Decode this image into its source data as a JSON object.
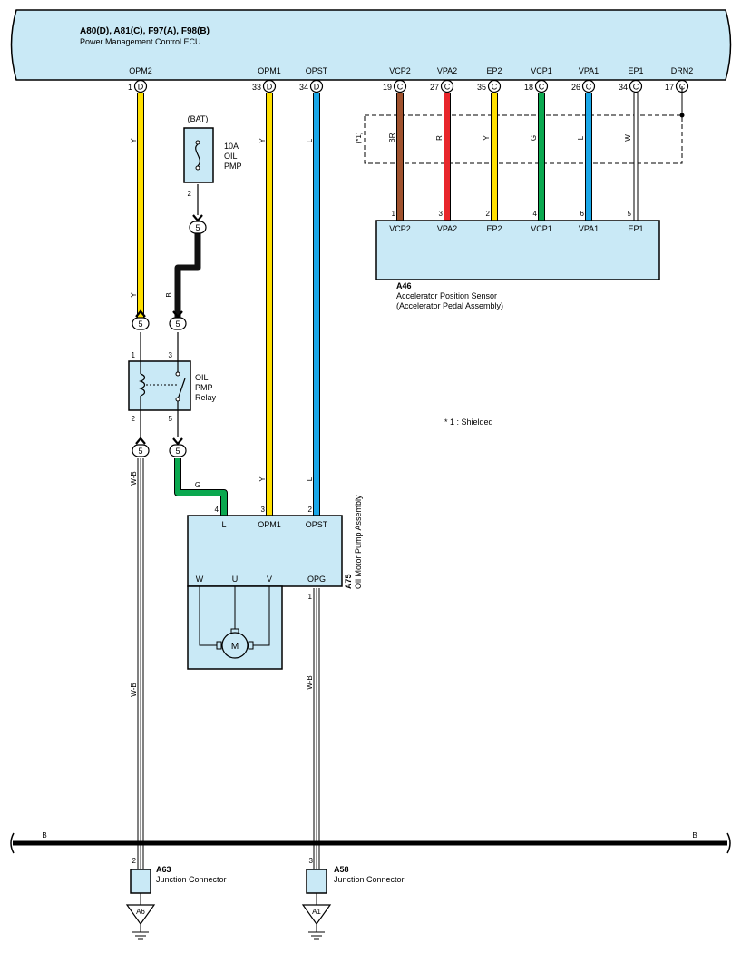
{
  "colors": {
    "panel_fill": "#c9e9f6",
    "Y": "#ffe000",
    "L": "#1aa7e8",
    "G": "#0aa84f",
    "R": "#e8262b",
    "BR": "#a0522d",
    "B": "#111111",
    "W": "#ffffff"
  },
  "ecu": {
    "code": "A80(D), A81(C), F97(A), F98(B)",
    "name": "Power Management Control ECU",
    "pins": [
      {
        "label": "OPM2",
        "num": "1",
        "conn": "D"
      },
      {
        "label": "OPM1",
        "num": "33",
        "conn": "D"
      },
      {
        "label": "OPST",
        "num": "34",
        "conn": "D"
      },
      {
        "label": "VCP2",
        "num": "19",
        "conn": "C"
      },
      {
        "label": "VPA2",
        "num": "27",
        "conn": "C"
      },
      {
        "label": "EP2",
        "num": "35",
        "conn": "C"
      },
      {
        "label": "VCP1",
        "num": "18",
        "conn": "C"
      },
      {
        "label": "VPA1",
        "num": "26",
        "conn": "C"
      },
      {
        "label": "EP1",
        "num": "34",
        "conn": "C"
      },
      {
        "label": "DRN2",
        "num": "17",
        "conn": "C"
      }
    ]
  },
  "wires": {
    "opm2": "Y",
    "opm1": "Y",
    "opst": "L",
    "fuse_to_relay": "B",
    "relay_to_motor": "G",
    "relay_to_ground": "W-B",
    "opg_to_ground": "W-B",
    "sensor": [
      "BR",
      "R",
      "Y",
      "G",
      "L",
      "W"
    ],
    "bus": "B"
  },
  "shield": {
    "tag": "(*1)",
    "note": "* 1 : Shielded"
  },
  "fuse": {
    "source": "(BAT)",
    "lines": [
      "10A",
      "OIL",
      "PMP"
    ],
    "pin": "2"
  },
  "junction_num": "5",
  "relay": {
    "lines": [
      "OIL",
      "PMP",
      "Relay"
    ],
    "pins": [
      "1",
      "3",
      "2",
      "5"
    ]
  },
  "sensor": {
    "code": "A46",
    "name1": "Accelerator Position Sensor",
    "name2": "(Accelerator Pedal Assembly)",
    "pins": [
      {
        "num": "1",
        "label": "VCP2"
      },
      {
        "num": "3",
        "label": "VPA2"
      },
      {
        "num": "2",
        "label": "EP2"
      },
      {
        "num": "4",
        "label": "VCP1"
      },
      {
        "num": "6",
        "label": "VPA1"
      },
      {
        "num": "5",
        "label": "EP1"
      }
    ]
  },
  "pump": {
    "code": "A75",
    "name": "Oil Motor Pump Assembly",
    "pins_top": [
      {
        "num": "4",
        "label": "L"
      },
      {
        "num": "3",
        "label": "OPM1"
      },
      {
        "num": "2",
        "label": "OPST"
      }
    ],
    "phases": [
      "W",
      "U",
      "V"
    ],
    "opg_label": "OPG",
    "opg_pin": "1",
    "motor": "M"
  },
  "connectors": [
    {
      "code": "A63",
      "name": "Junction Connector",
      "pin": "2",
      "ground": "A6"
    },
    {
      "code": "A58",
      "name": "Junction Connector",
      "pin": "3",
      "ground": "A1"
    }
  ]
}
